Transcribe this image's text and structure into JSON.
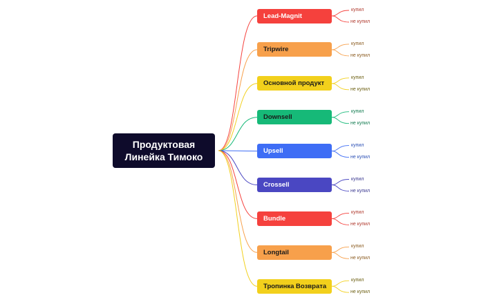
{
  "root": {
    "line1": "Продуктовая",
    "line2": "Линейка Тимоко"
  },
  "branches": [
    {
      "label": "Lead-Magnit",
      "color": "#f5413d",
      "text_color": "#ffffff",
      "leaf_color": "#b03a2e",
      "leaves": [
        "купил",
        "не купил"
      ]
    },
    {
      "label": "Tripwire",
      "color": "#f7a04b",
      "text_color": "#1a1a1a",
      "leaf_color": "#8a5a1e",
      "leaves": [
        "купил",
        "не купил"
      ]
    },
    {
      "label": "Основной продукт",
      "color": "#f2d01c",
      "text_color": "#1a1a1a",
      "leaf_color": "#6b5e10",
      "leaves": [
        "купил",
        "не купил"
      ]
    },
    {
      "label": "Downsell",
      "color": "#16b978",
      "text_color": "#1a1a1a",
      "leaf_color": "#0f7a4e",
      "leaves": [
        "купил",
        "не купил"
      ]
    },
    {
      "label": "Upsell",
      "color": "#3e6df5",
      "text_color": "#ffffff",
      "leaf_color": "#2a4fb5",
      "leaves": [
        "купил",
        "не купил"
      ]
    },
    {
      "label": "Crossell",
      "color": "#4a47c2",
      "text_color": "#ffffff",
      "leaf_color": "#3a3890",
      "leaves": [
        "купил",
        "не купил"
      ]
    },
    {
      "label": "Bundle",
      "color": "#f5413d",
      "text_color": "#ffffff",
      "leaf_color": "#b03a2e",
      "leaves": [
        "купил",
        "не купил"
      ]
    },
    {
      "label": "Longtail",
      "color": "#f7a04b",
      "text_color": "#1a1a1a",
      "leaf_color": "#8a5a1e",
      "leaves": [
        "купил",
        "не купил"
      ]
    },
    {
      "label": "Тропинка Возврата",
      "color": "#f2d01c",
      "text_color": "#1a1a1a",
      "leaf_color": "#6b5e10",
      "leaves": [
        "купил",
        "не купил"
      ]
    }
  ]
}
